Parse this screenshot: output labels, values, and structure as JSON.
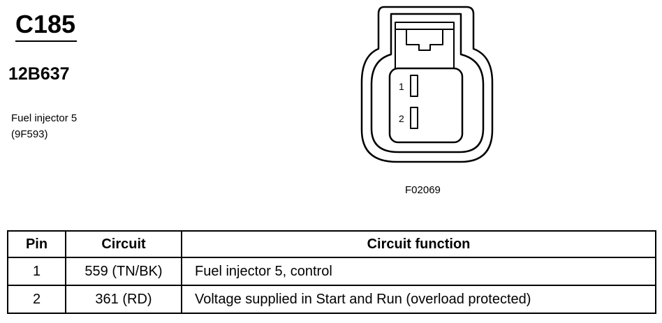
{
  "header": {
    "connector_id": "C185",
    "part_number": "12B637",
    "component_name": "Fuel injector 5",
    "component_code": "(9F593)"
  },
  "connector": {
    "figure_code": "F02069",
    "pins": [
      {
        "label": "1"
      },
      {
        "label": "2"
      }
    ]
  },
  "table": {
    "headers": [
      "Pin",
      "Circuit",
      "Circuit function"
    ],
    "rows": [
      {
        "pin": "1",
        "circuit": "559 (TN/BK)",
        "function": "Fuel injector 5, control"
      },
      {
        "pin": "2",
        "circuit": "361 (RD)",
        "function": "Voltage supplied in Start and Run (overload protected)"
      }
    ]
  }
}
